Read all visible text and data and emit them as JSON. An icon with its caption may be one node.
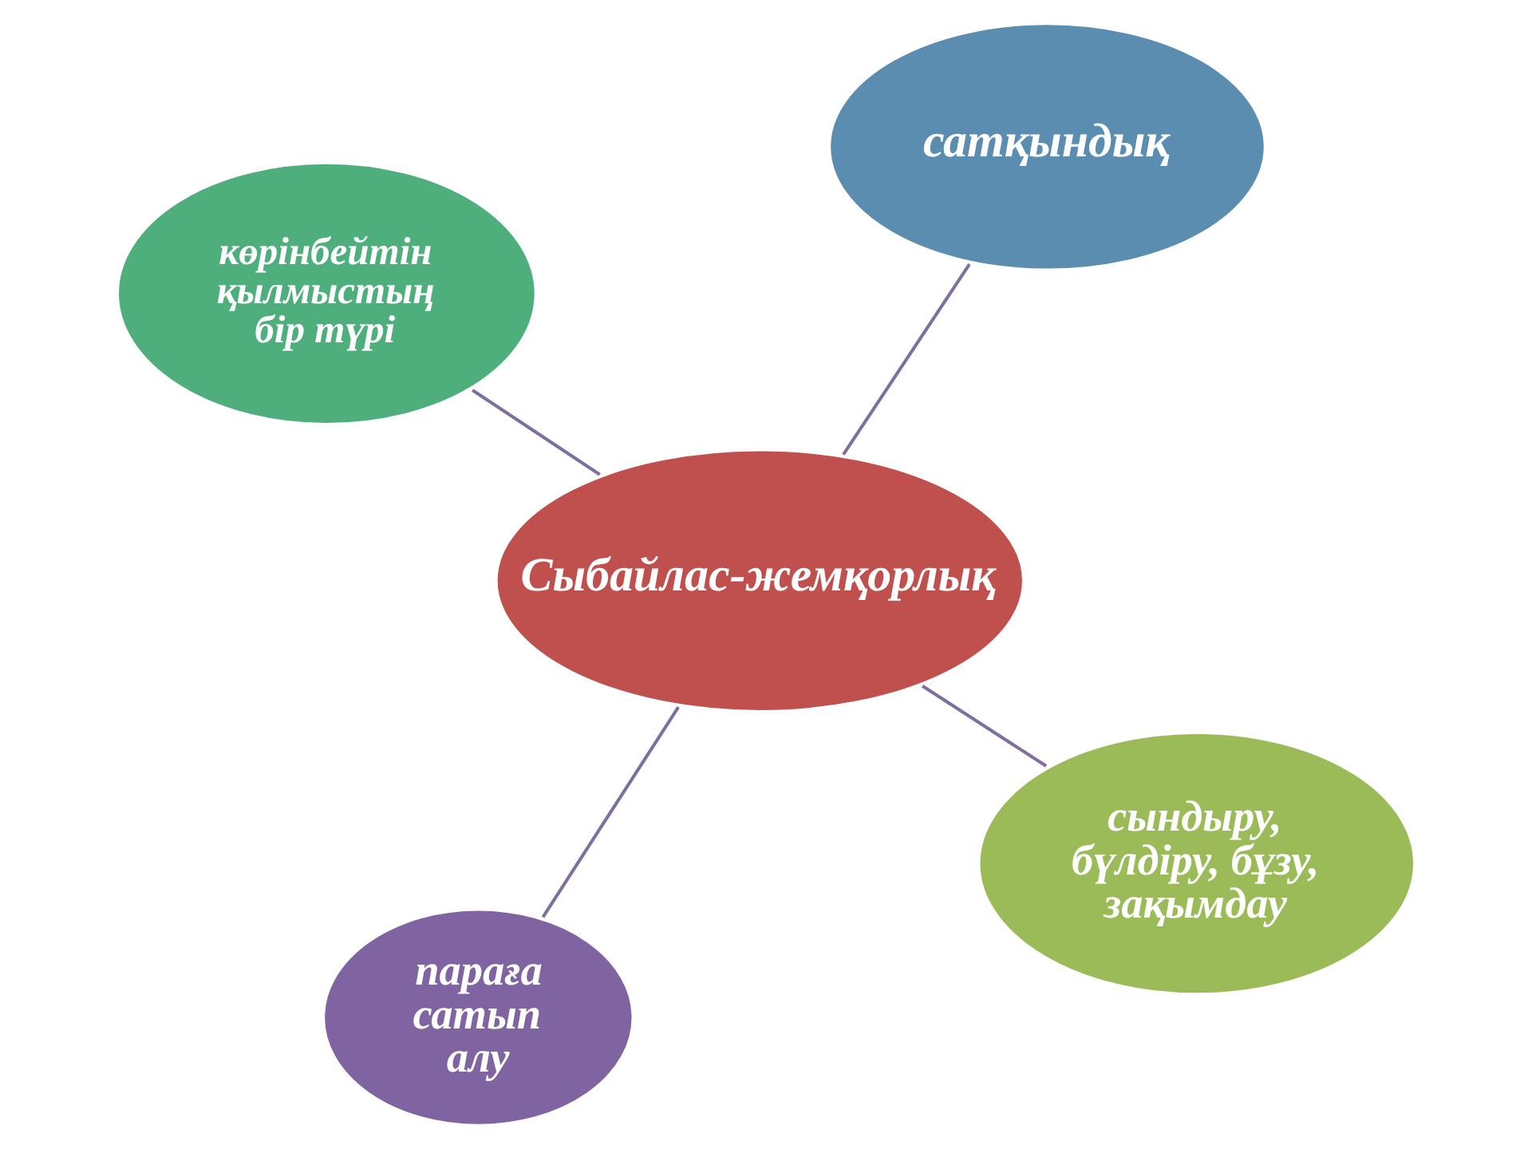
{
  "diagram": {
    "nodes": [
      {
        "text": [
          "Сыбайлас-жемқорлық"
        ]
      },
      {
        "text": [
          "сындыру, бүлдіру, бұзу, зақымдау"
        ]
      },
      {
        "text": [
          "параға сатып алу"
        ]
      },
      {
        "text": [
          "көрінбейтін қылмыстың бір түрі"
        ]
      },
      {
        "text": [
          "сатқындық"
        ]
      }
    ],
    "edges": [
      {
        "from": 0,
        "to": 1,
        "arrow": "none"
      },
      {
        "from": 0,
        "to": 2,
        "arrow": "none"
      },
      {
        "from": 0,
        "to": 3,
        "arrow": "none"
      },
      {
        "from": 0,
        "to": 4,
        "arrow": "none"
      }
    ]
  }
}
